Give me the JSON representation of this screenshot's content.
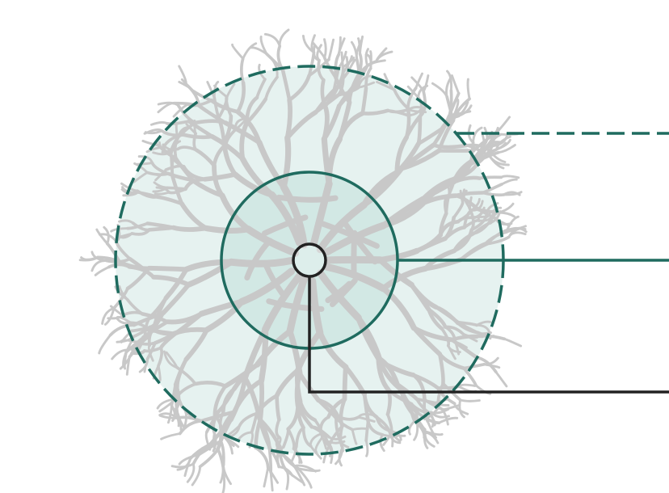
{
  "diagram": {
    "type": "concentric-zones-with-branching-network",
    "labels": [],
    "elements": {
      "outer_zone": {
        "stroke": "dashed",
        "shape": "circle"
      },
      "middle_zone": {
        "stroke": "solid",
        "shape": "circle"
      },
      "core": {
        "stroke": "solid",
        "shape": "circle"
      },
      "branches": {
        "shape": "branching-network",
        "style": "root-or-hyphae-like"
      },
      "leader_lines": [
        {
          "name": "outer-zone-leader",
          "style": "dashed"
        },
        {
          "name": "middle-zone-leader",
          "style": "solid"
        },
        {
          "name": "core-leader",
          "style": "solid-elbow"
        }
      ]
    }
  },
  "colors": {
    "teal": "#1f6b5f",
    "core_stroke": "#222222",
    "fill_outer": "#e6f2f0",
    "fill_middle": "#d2e8e4",
    "branch": "#c8c8c8",
    "background": "#ffffff"
  }
}
